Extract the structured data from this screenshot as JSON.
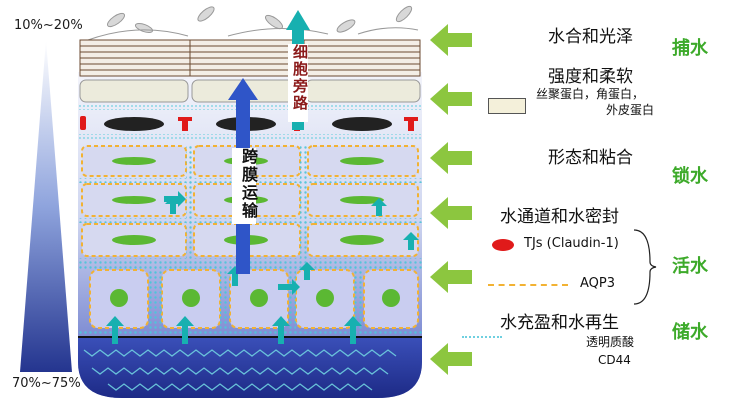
{
  "percent_top": "10%~20%",
  "percent_bottom": "70%~75%",
  "arrow_labels": {
    "transmembrane": "跨膜运输",
    "paracellular": "细胞旁路"
  },
  "labels": {
    "hydration": "水合和光泽",
    "strength": "强度和柔软",
    "proteins": "丝聚蛋白，角蛋白，外皮蛋白",
    "proteins_line1": "丝聚蛋白，角蛋白，",
    "proteins_line2": "外皮蛋白",
    "morphology": "形态和粘合",
    "channels": "水通道和水密封",
    "tjs": "TJs (Claudin-1)",
    "aqp3": "AQP3",
    "regen": "水充盈和水再生",
    "ha": "透明质酸",
    "cd44": "CD44"
  },
  "categories": {
    "capture": "捕水",
    "lock": "锁水",
    "activate": "活水",
    "store": "储水"
  },
  "colors": {
    "green_text": "#3daa2a",
    "arrow_green": "#8cc63f",
    "tjs_red": "#e01a1a",
    "aqp3_yellow": "#f2b233",
    "teal_arrow": "#17b0b0",
    "blue_gradient_dark": "#24358f"
  }
}
